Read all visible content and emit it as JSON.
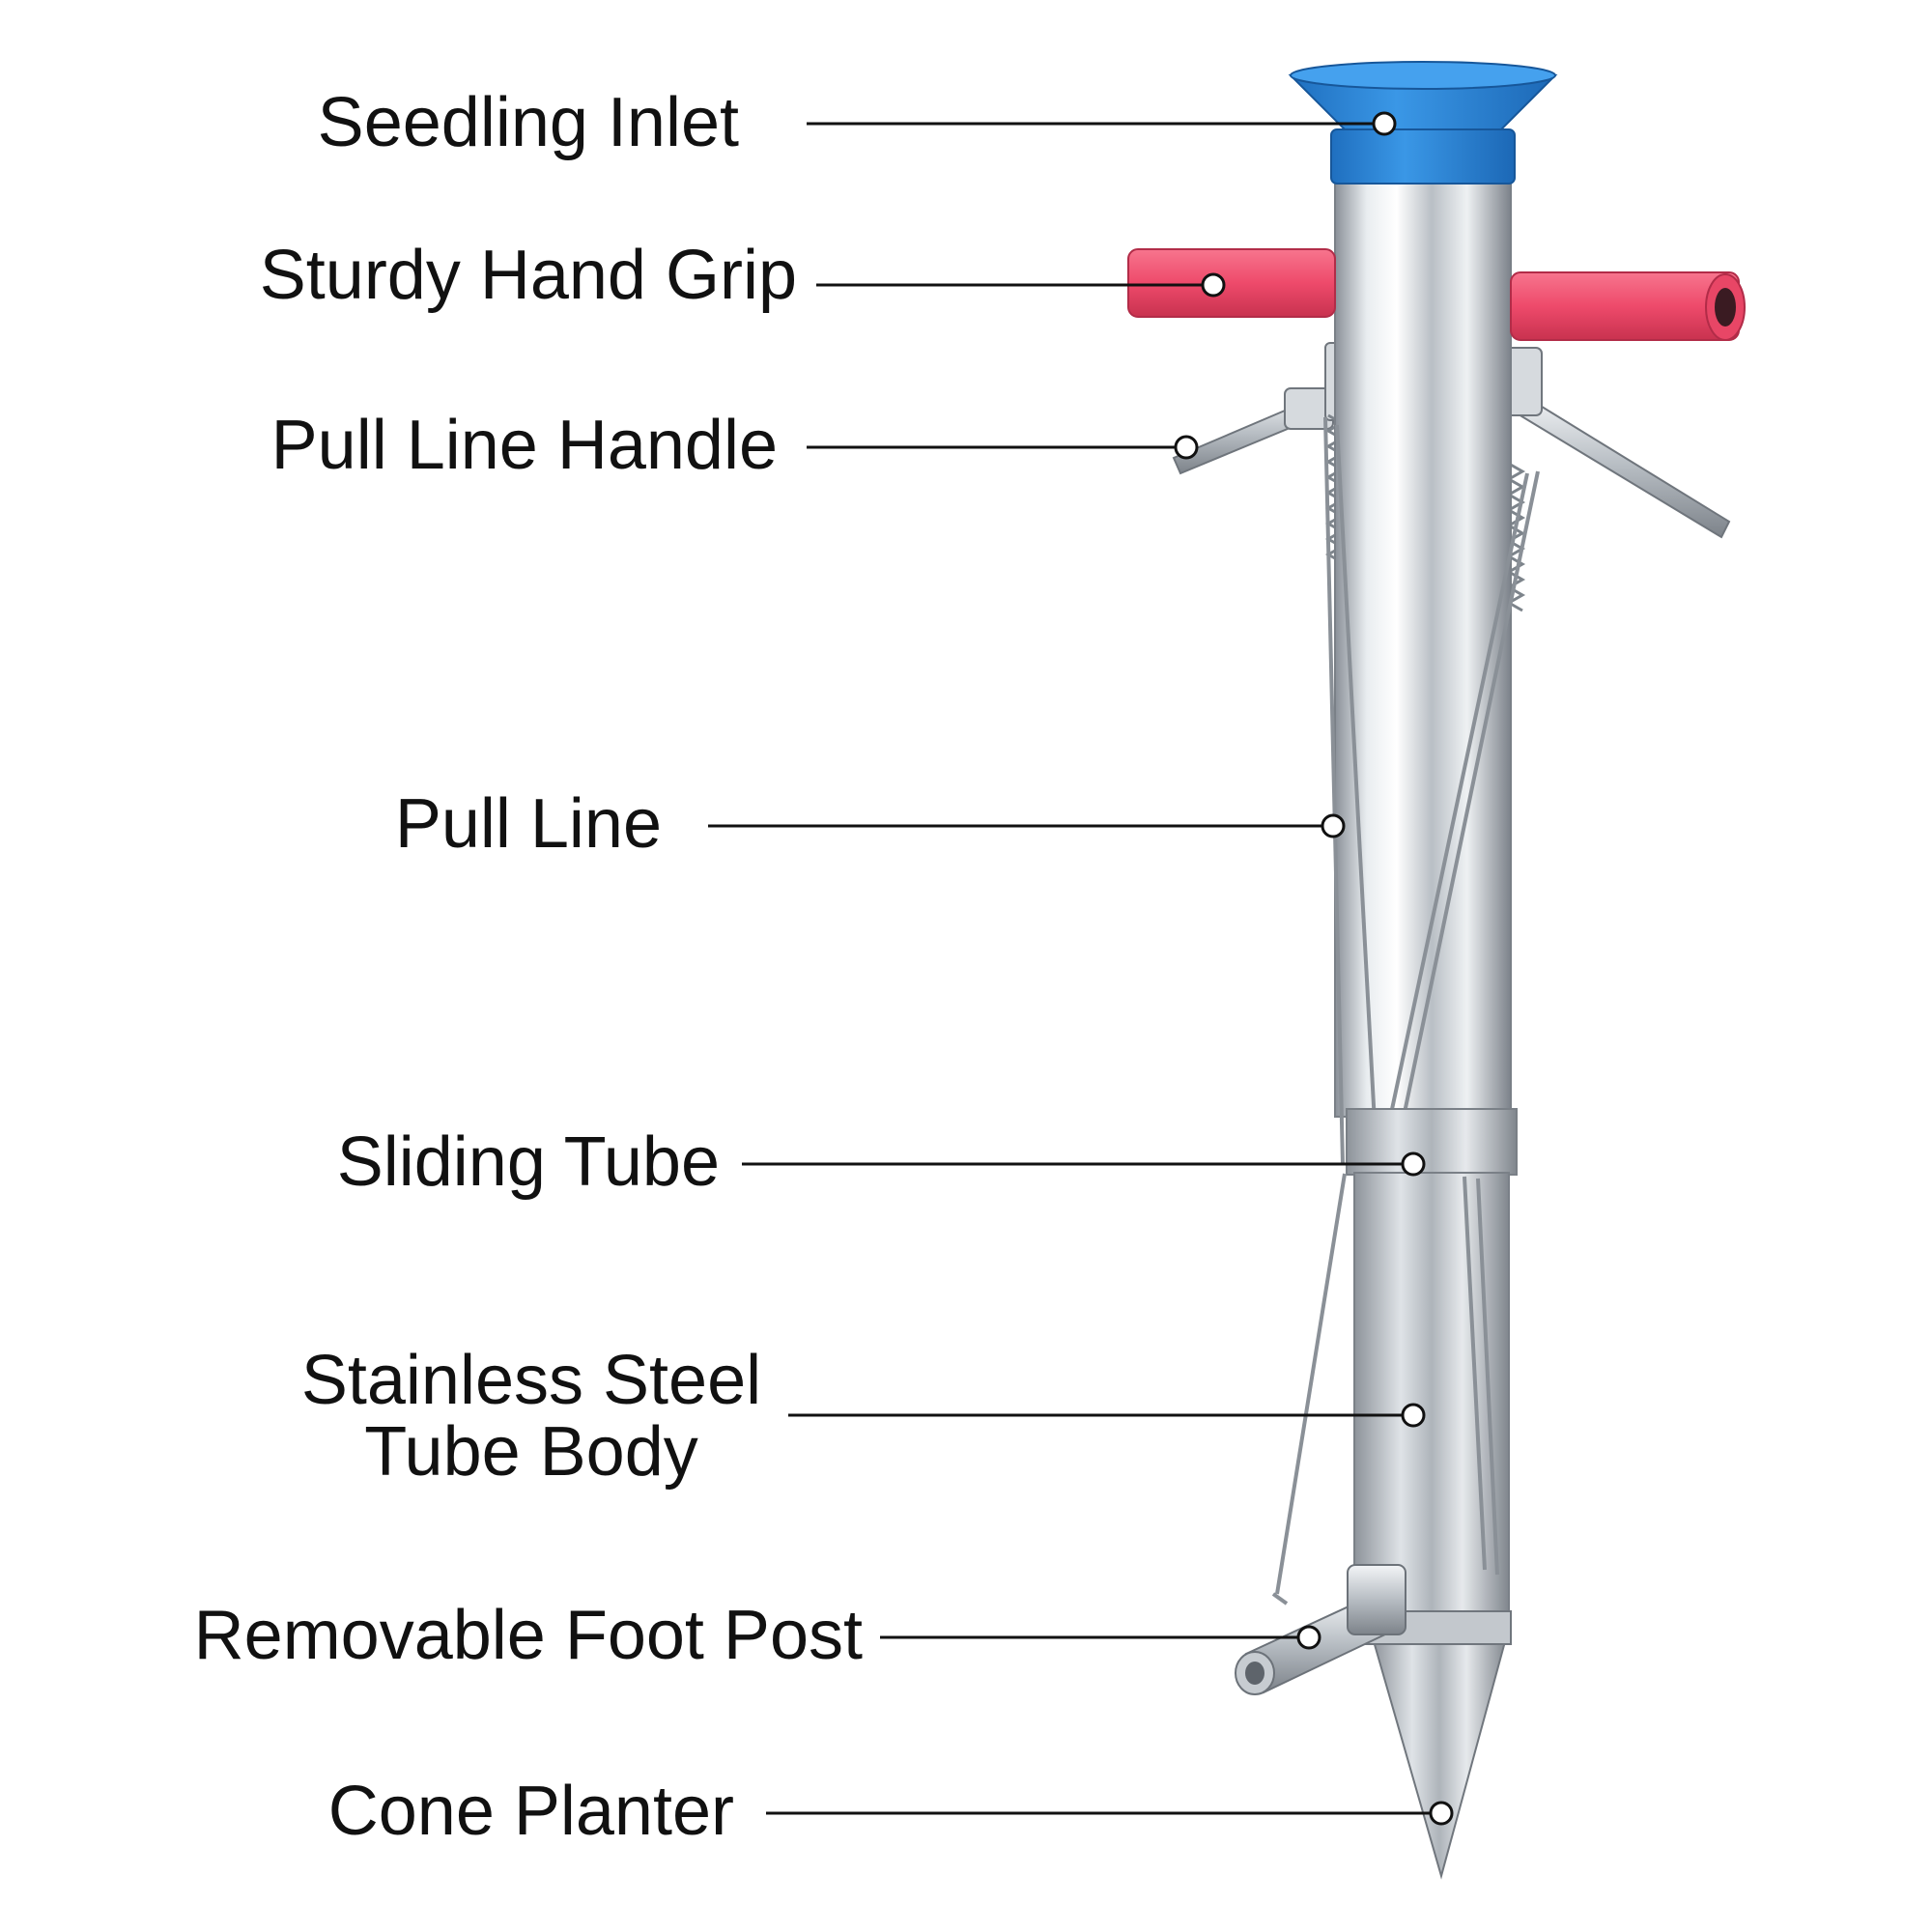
{
  "labels": {
    "seedling_inlet": "Seedling Inlet",
    "sturdy_hand_grip": "Sturdy Hand Grip",
    "pull_line_handle": "Pull Line Handle",
    "pull_line": "Pull Line",
    "sliding_tube": "Sliding Tube",
    "stainless_steel_line1": "Stainless Steel",
    "stainless_steel_line2": "Tube Body",
    "removable_foot_post": "Removable Foot Post",
    "cone_planter": "Cone Planter"
  },
  "colors": {
    "funnel": "#2a86d8",
    "grip": "#ef4f6e",
    "steel": "#c9ced3",
    "text": "#111111",
    "leader": "#111111"
  },
  "icons": {
    "callout_marker": "ring-dot"
  }
}
